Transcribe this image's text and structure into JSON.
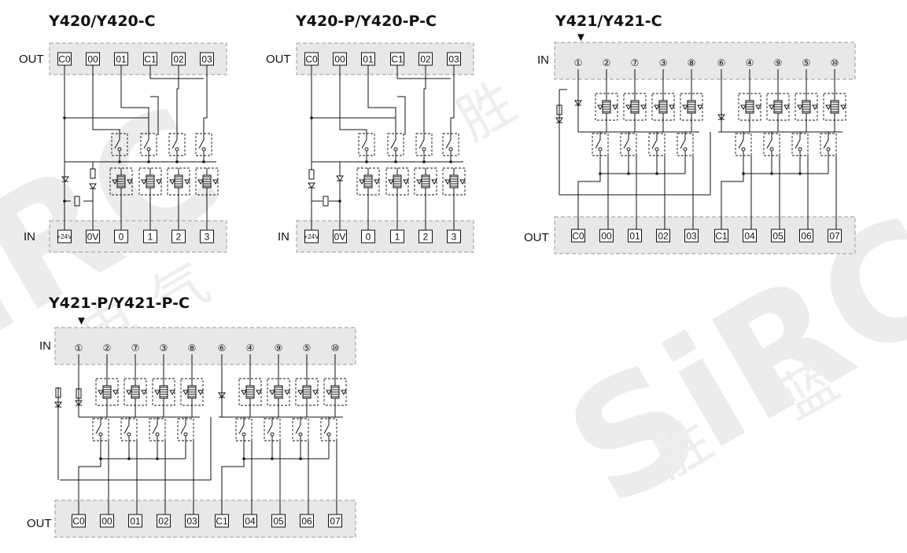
{
  "watermark": {
    "brand": "SiRC",
    "chars": [
      "胜",
      "蓝",
      "电",
      "气"
    ]
  },
  "colors": {
    "bar_fill": "#e8e8e8",
    "bar_border": "#9a9a9a",
    "line": "#111111",
    "watermark": "#ececec"
  },
  "diagrams": [
    {
      "title": "Y420/Y420-C",
      "top_label": "OUT",
      "top_pins": [
        "C0",
        "00",
        "01",
        "C1",
        "02",
        "03"
      ],
      "bottom_label": "IN",
      "bottom_pins": [
        "+24V",
        "0V",
        "0",
        "1",
        "2",
        "3"
      ]
    },
    {
      "title": "Y420-P/Y420-P-C",
      "top_label": "OUT",
      "top_pins": [
        "C0",
        "00",
        "01",
        "C1",
        "02",
        "03"
      ],
      "bottom_label": "IN",
      "bottom_pins": [
        "+24V",
        "0V",
        "0",
        "1",
        "2",
        "3"
      ]
    },
    {
      "title": "Y421/Y421-C",
      "top_label": "IN",
      "top_pins": [
        "①",
        "②",
        "⑦",
        "③",
        "⑧",
        "⑥",
        "④",
        "⑨",
        "⑤",
        "⑩"
      ],
      "bottom_label": "OUT",
      "bottom_pins": [
        "C0",
        "00",
        "01",
        "02",
        "03",
        "C1",
        "04",
        "05",
        "06",
        "07"
      ]
    },
    {
      "title": "Y421-P/Y421-P-C",
      "top_label": "IN",
      "top_pins": [
        "①",
        "②",
        "⑦",
        "③",
        "⑧",
        "⑥",
        "④",
        "⑨",
        "⑤",
        "⑩"
      ],
      "bottom_label": "OUT",
      "bottom_pins": [
        "C0",
        "00",
        "01",
        "02",
        "03",
        "C1",
        "04",
        "05",
        "06",
        "07"
      ]
    }
  ]
}
